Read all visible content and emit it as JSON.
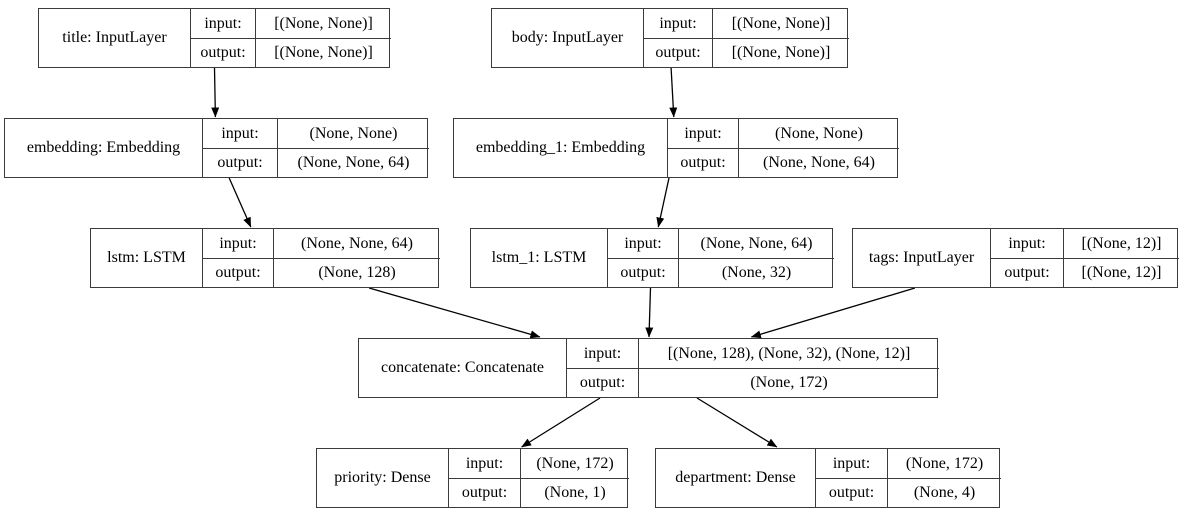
{
  "diagram": {
    "kind": "keras-model-architecture",
    "background_color": "#ffffff",
    "border_color": "#3b3b3b",
    "text_color": "#000000",
    "io_labels": {
      "input": "input:",
      "output": "output:"
    }
  },
  "nodes": [
    {
      "id": "title",
      "name": "title: InputLayer",
      "input": "[(None, None)]",
      "output": "[(None, None)]"
    },
    {
      "id": "body",
      "name": "body: InputLayer",
      "input": "[(None, None)]",
      "output": "[(None, None)]"
    },
    {
      "id": "embedding",
      "name": "embedding: Embedding",
      "input": "(None, None)",
      "output": "(None, None, 64)"
    },
    {
      "id": "embedding_1",
      "name": "embedding_1: Embedding",
      "input": "(None, None)",
      "output": "(None, None, 64)"
    },
    {
      "id": "lstm",
      "name": "lstm: LSTM",
      "input": "(None, None, 64)",
      "output": "(None, 128)"
    },
    {
      "id": "lstm_1",
      "name": "lstm_1: LSTM",
      "input": "(None, None, 64)",
      "output": "(None, 32)"
    },
    {
      "id": "tags",
      "name": "tags: InputLayer",
      "input": "[(None, 12)]",
      "output": "[(None, 12)]"
    },
    {
      "id": "concatenate",
      "name": "concatenate: Concatenate",
      "input": "[(None, 128), (None, 32), (None, 12)]",
      "output": "(None, 172)"
    },
    {
      "id": "priority",
      "name": "priority: Dense",
      "input": "(None, 172)",
      "output": "(None, 1)"
    },
    {
      "id": "department",
      "name": "department: Dense",
      "input": "(None, 172)",
      "output": "(None, 4)"
    }
  ],
  "edges": [
    {
      "from": "title",
      "to": "embedding"
    },
    {
      "from": "body",
      "to": "embedding_1"
    },
    {
      "from": "embedding",
      "to": "lstm"
    },
    {
      "from": "embedding_1",
      "to": "lstm_1"
    },
    {
      "from": "lstm",
      "to": "concatenate"
    },
    {
      "from": "lstm_1",
      "to": "concatenate"
    },
    {
      "from": "tags",
      "to": "concatenate"
    },
    {
      "from": "concatenate",
      "to": "priority"
    },
    {
      "from": "concatenate",
      "to": "department"
    }
  ]
}
